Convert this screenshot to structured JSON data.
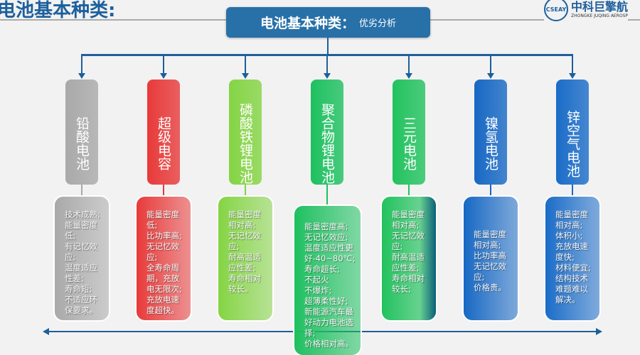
{
  "page_title": "电池基本种类:",
  "center_box": {
    "main": "电池基本种类：",
    "sub": "优劣分析"
  },
  "logo": {
    "emblem": "CSEAY",
    "name": "中科巨擎航",
    "subtitle": "ZHONGKE JUQING AEROSP"
  },
  "types": [
    {
      "name": "铅酸电池",
      "color": "#a9a9a9",
      "desc": "技术成熟;\n能量密度低;\n有记忆效应;\n温度适应性差;\n寿命短;\n不适应环保要求。"
    },
    {
      "name": "超级电容",
      "color": "#e83a3a",
      "desc": "能量密度低;\n比功率高;\n无记忆效应;\n全寿命周期，充放电无限次;\n充放电速度超快。"
    },
    {
      "name": "磷酸铁锂电池",
      "color": "#84d444",
      "desc": "能量密度相对高;\n无记忆效应;\n耐高温适应性差;\n寿命相对较长。"
    },
    {
      "name": "聚合物锂电池",
      "color": "#1ec060",
      "desc": "能量密度高;\n无记忆效应;\n温度适应性更好-40~80℃;\n寿命超长;\n不起火\n不爆炸;\n超薄柔性好;\n新能源汽车最好动力电池选择;\n价格相对高。"
    },
    {
      "name": "三元电池",
      "color": "#22c25e",
      "desc": "能量密度相对高;\n无记忆效应;\n耐高温适应性差;\n寿命相对较长;"
    },
    {
      "name": "镍氢电池",
      "color": "#1768c4",
      "desc": "能量密度相对高;\n比功率高\n无记忆效应;\n价格贵。"
    },
    {
      "name": "锌空气电池",
      "color": "#1a6cc8",
      "desc": "能量密度相对高;\n体积小;\n充放电速度快;\n材料便宜;\n结构技术难题难以解决。"
    }
  ]
}
